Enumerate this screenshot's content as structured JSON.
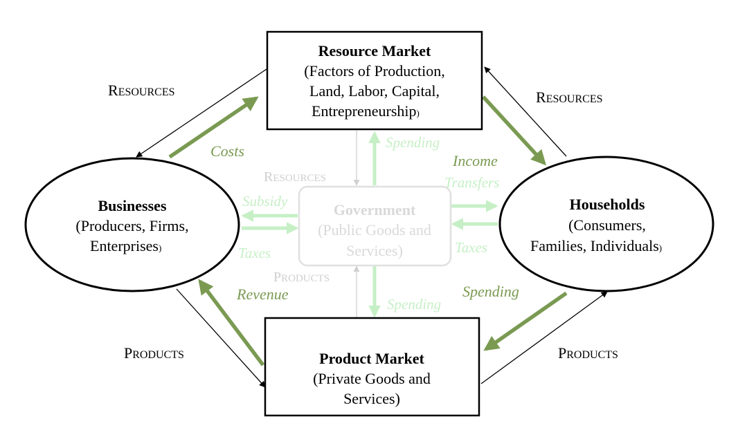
{
  "colors": {
    "green_arrow": "#7a9a52",
    "light_green_arrow": "#c6efc6",
    "gray_line": "#d0d0d0",
    "black": "#000000"
  },
  "resource_market": {
    "title": "Resource Market",
    "line1": "(Factors of Production,",
    "line2": "Land, Labor, Capital,",
    "line3": "Entrepreneurship",
    "close_paren": ")"
  },
  "product_market": {
    "title": "Product Market",
    "line1": "(Private Goods and",
    "line2": "Services)"
  },
  "businesses": {
    "title": "Businesses",
    "line1": "(Producers, Firms,",
    "line2": "Enterprises",
    "close_paren": ")"
  },
  "households": {
    "title": "Households",
    "line1": "(Consumers,",
    "line2": "Families, Individuals",
    "close_paren": ")"
  },
  "government": {
    "title": "Government",
    "line1": "(Public Goods and",
    "line2": "Services)"
  },
  "labels": {
    "resources_left": {
      "first": "R",
      "rest": "ESOURCES"
    },
    "resources_right": {
      "first": "R",
      "rest": "ESOURCES"
    },
    "resources_gov": {
      "first": "R",
      "rest": "ESOURCES"
    },
    "products_left": {
      "first": "P",
      "rest": "RODUCTS"
    },
    "products_right": {
      "first": "P",
      "rest": "RODUCTS"
    },
    "products_gov": {
      "first": "P",
      "rest": "RODUCTS"
    },
    "costs": "Costs",
    "revenue": "Revenue",
    "income": "Income",
    "spending_households": "Spending",
    "spending_gov_top": "Spending",
    "spending_gov_bottom": "Spending",
    "transfers": "Transfers",
    "subsidy": "Subsidy",
    "taxes_left": "Taxes",
    "taxes_right": "Taxes"
  }
}
